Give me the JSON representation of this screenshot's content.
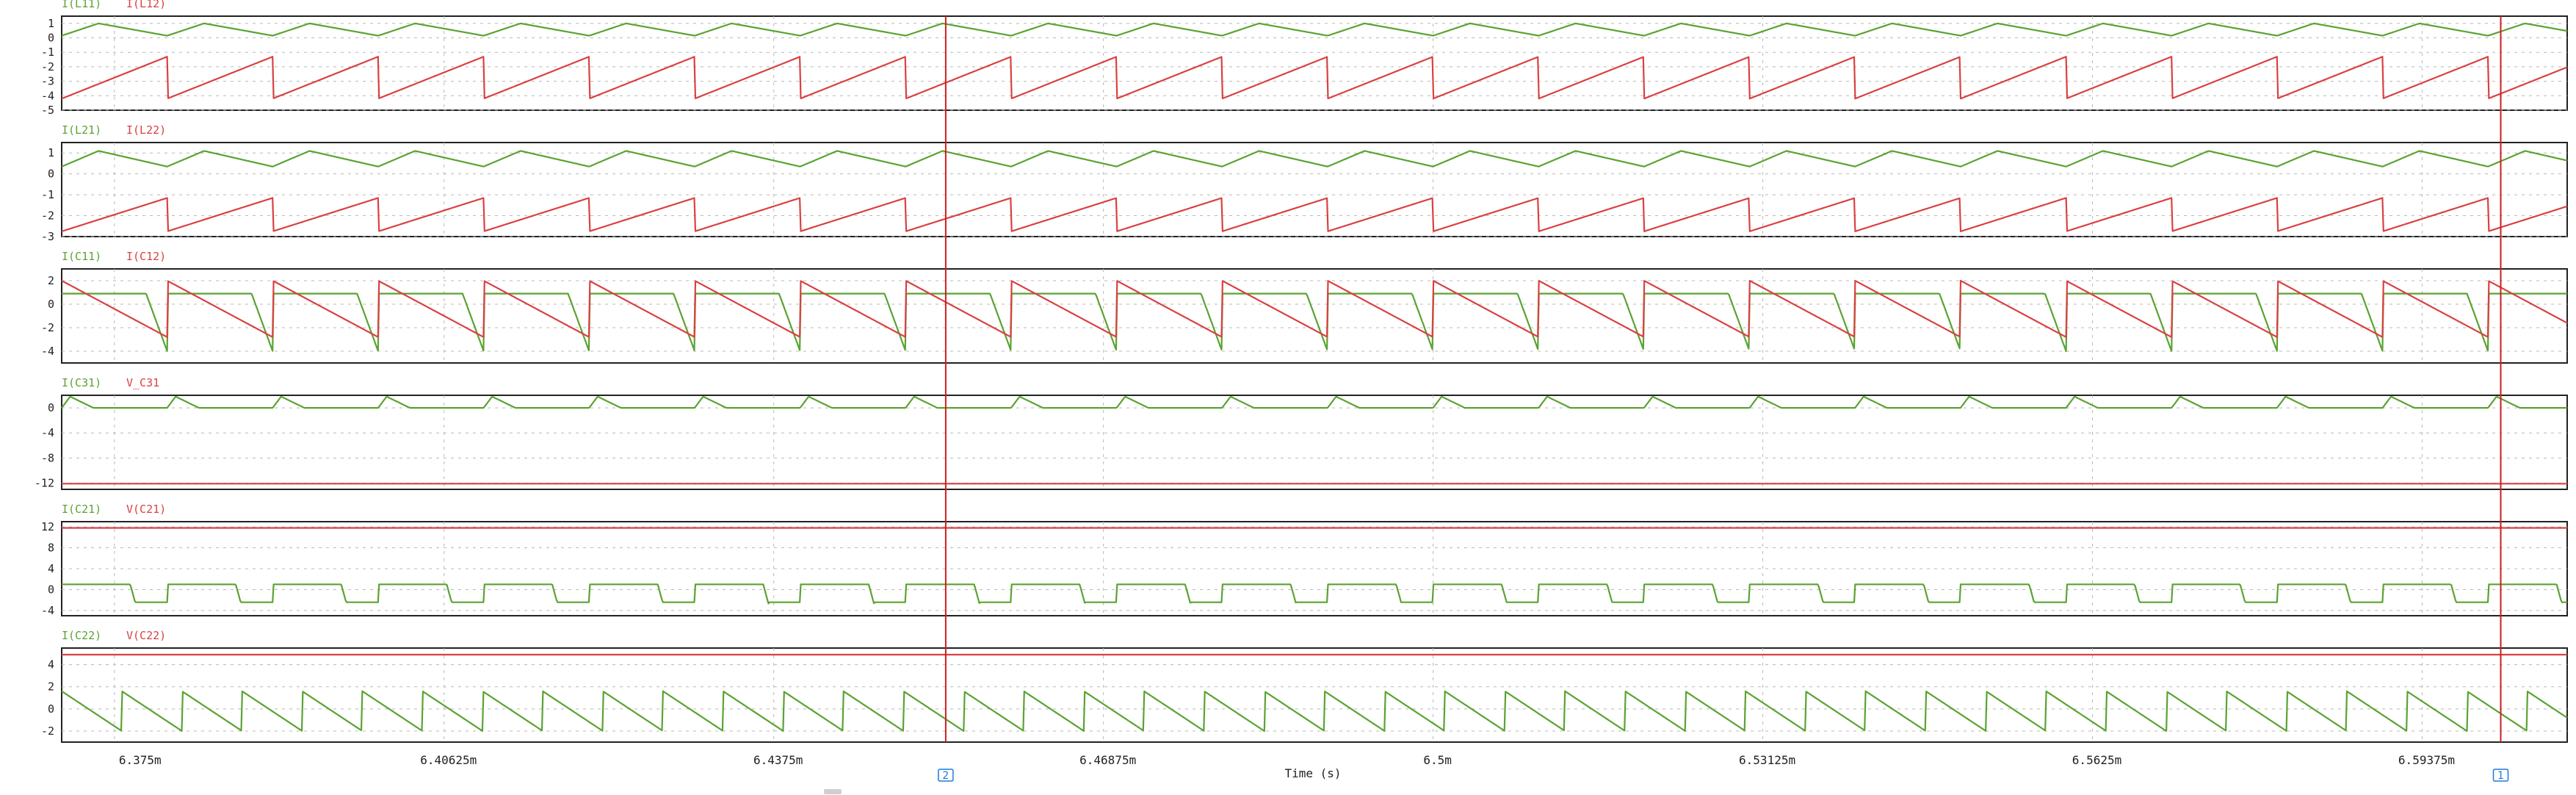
{
  "colors": {
    "series_a": "#5aa332",
    "series_b": "#d94141",
    "cursor": "#cc1f1f",
    "cursor_flag": "#1f7ad8"
  },
  "x_axis": {
    "label": "Time (s)",
    "min": 6.37,
    "max": 6.6075,
    "ticks": [
      6.375,
      6.40625,
      6.4375,
      6.46875,
      6.5,
      6.53125,
      6.5625,
      6.59375
    ],
    "tick_labels": [
      "6.375m",
      "6.40625m",
      "6.4375m",
      "6.46875m",
      "6.5m",
      "6.53125m",
      "6.5625m",
      "6.59375m"
    ]
  },
  "cursors": [
    {
      "label": "2",
      "x": 6.4538
    },
    {
      "label": "1",
      "x": 6.6012
    }
  ],
  "chart_data": [
    {
      "type": "line",
      "ylim": [
        -5,
        1.5
      ],
      "yticks": [
        -5,
        -4,
        -3,
        -2,
        -1,
        0,
        1
      ],
      "grid": true,
      "legend": "top-left",
      "series": [
        {
          "name": "I(L11)",
          "color": "#5aa332",
          "shape": "ramp",
          "period": 0.01,
          "phase": 0.0,
          "high": 1.0,
          "low": 0.15,
          "rise_frac": 0.35
        },
        {
          "name": "I(L12)",
          "color": "#d94141",
          "shape": "sawtooth_up",
          "period": 0.01,
          "phase": 0.0,
          "high": -1.3,
          "low": -4.2
        }
      ]
    },
    {
      "type": "line",
      "ylim": [
        -3,
        1.5
      ],
      "yticks": [
        -3,
        -2,
        -1,
        0,
        1
      ],
      "grid": true,
      "legend": "top-left",
      "series": [
        {
          "name": "I(L21)",
          "color": "#5aa332",
          "shape": "ramp",
          "period": 0.01,
          "phase": 0.0,
          "high": 1.1,
          "low": 0.35,
          "rise_frac": 0.35
        },
        {
          "name": "I(L22)",
          "color": "#d94141",
          "shape": "sawtooth_up",
          "period": 0.01,
          "phase": 0.0,
          "high": -1.15,
          "low": -2.75
        }
      ]
    },
    {
      "type": "line",
      "ylim": [
        -5,
        3
      ],
      "yticks": [
        -4,
        -2,
        0,
        2
      ],
      "grid": true,
      "legend": "top-left",
      "series": [
        {
          "name": "I(C11)",
          "color": "#5aa332",
          "shape": "flat_drop",
          "period": 0.01,
          "phase": 0.0,
          "high": 0.9,
          "low": -4.0
        },
        {
          "name": "I(C12)",
          "color": "#d94141",
          "shape": "sawtooth_down",
          "period": 0.01,
          "phase": 0.0,
          "high": 2.0,
          "low": -2.8
        }
      ]
    },
    {
      "type": "line",
      "ylim": [
        -13,
        2
      ],
      "yticks": [
        -12,
        -8,
        -4,
        0
      ],
      "grid": true,
      "legend": "top-left",
      "series": [
        {
          "name": "I(C31)",
          "color": "#5aa332",
          "shape": "pulse_decay",
          "period": 0.01,
          "phase": 0.0,
          "high": 1.8,
          "low": 0.0
        },
        {
          "name": "V_C31",
          "color": "#d94141",
          "shape": "flat",
          "period": 0.01,
          "phase": 0.0,
          "high": -12.1,
          "low": -12.1
        }
      ]
    },
    {
      "type": "line",
      "ylim": [
        -5,
        13
      ],
      "yticks": [
        -4,
        0,
        4,
        8,
        12
      ],
      "grid": true,
      "legend": "top-left",
      "series": [
        {
          "name": "I(C21)",
          "color": "#5aa332",
          "shape": "plateau_step",
          "period": 0.01,
          "phase": 0.0,
          "high": 1.0,
          "low": -2.7
        },
        {
          "name": "V(C21)",
          "color": "#d94141",
          "shape": "flat",
          "period": 0.01,
          "phase": 0.0,
          "high": 11.8,
          "low": 11.8
        }
      ]
    },
    {
      "type": "line",
      "ylim": [
        -3,
        5.5
      ],
      "yticks": [
        -2,
        0,
        2,
        4
      ],
      "grid": true,
      "legend": "top-left",
      "series": [
        {
          "name": "I(C22)",
          "color": "#5aa332",
          "shape": "sawtooth_down",
          "period": 0.0057,
          "phase": 0.0,
          "high": 1.6,
          "low": -2.0
        },
        {
          "name": "V(C22)",
          "color": "#d94141",
          "shape": "flat",
          "period": 0.01,
          "phase": 0.0,
          "high": 4.9,
          "low": 4.9
        }
      ]
    }
  ]
}
